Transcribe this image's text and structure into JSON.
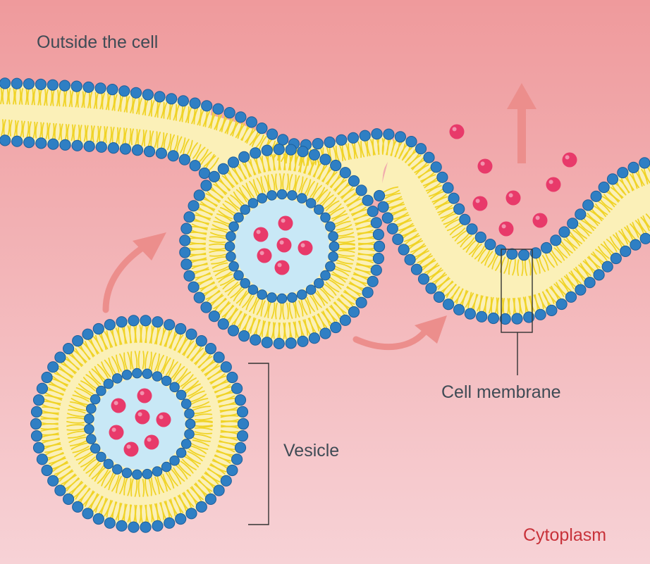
{
  "diagram": {
    "labels": {
      "outside": "Outside the cell",
      "membrane": "Cell membrane",
      "vesicle": "Vesicle",
      "cytoplasm": "Cytoplasm"
    },
    "colors": {
      "outside_top": "#dcedf7",
      "outside_bottom": "#8ecbe6",
      "cytoplasm_top": "#ef9a9c",
      "cytoplasm_bottom": "#f7d2d6",
      "lipid_head": "#2f7fc4",
      "lipid_head_edge": "#1c5e99",
      "lipid_tail": "#f0d327",
      "bilayer_fill": "#fbf0b8",
      "lumen": "#c8e8f6",
      "cargo": "#e83a6a",
      "arrow": "#ec8e8c",
      "text_dark": "#3f4b55",
      "text_red": "#c8323a"
    }
  }
}
